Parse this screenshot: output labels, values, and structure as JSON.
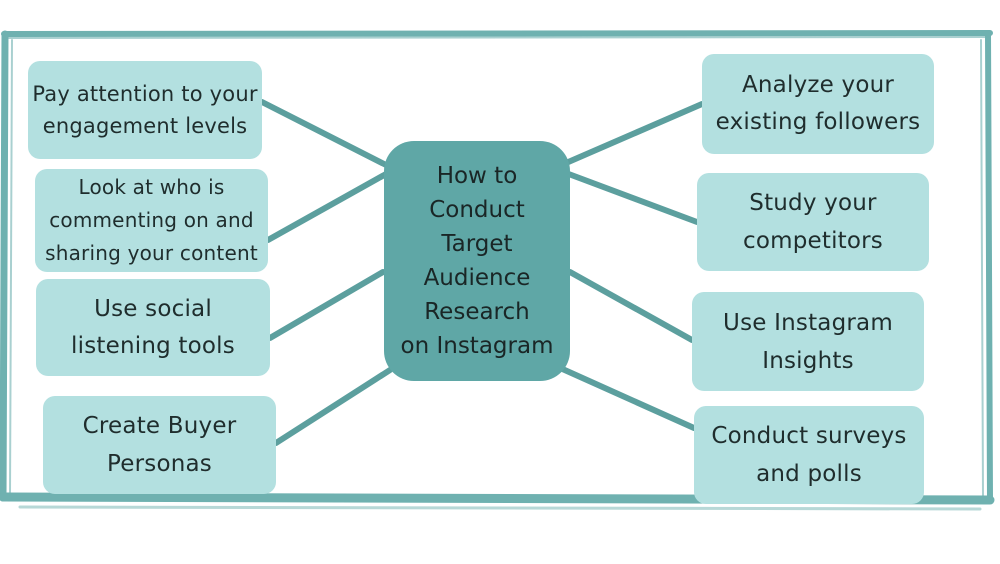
{
  "colors": {
    "frame": "#6fb1b0",
    "connector": "#5c9f9e",
    "center_fill": "#5fa7a6",
    "node_fill": "#b3e0e0",
    "text": "#1f2d2d"
  },
  "center": {
    "label": "How to\nConduct\nTarget\nAudience\nResearch\non Instagram"
  },
  "left_nodes": [
    {
      "label": "Pay attention to your\nengagement levels"
    },
    {
      "label": "Look at who is\ncommenting on and\nsharing your content"
    },
    {
      "label": "Use social\nlistening tools"
    },
    {
      "label": "Create Buyer\nPersonas"
    }
  ],
  "right_nodes": [
    {
      "label": "Analyze your\nexisting followers"
    },
    {
      "label": "Study your\ncompetitors"
    },
    {
      "label": "Use Instagram\nInsights"
    },
    {
      "label": "Conduct surveys\nand polls"
    }
  ]
}
